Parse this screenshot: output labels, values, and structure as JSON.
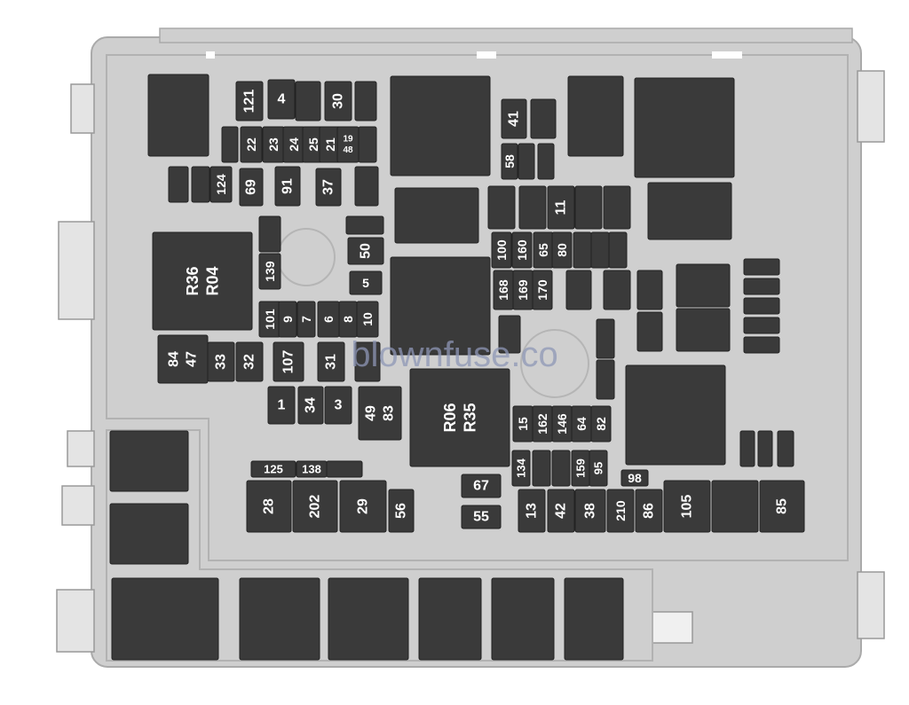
{
  "diagram": {
    "colors": {
      "housing_fill": "#cfcfcf",
      "housing_edge": "#aaaaaa",
      "inner_line": "#b2b2b2",
      "slot": "#b9b9b9",
      "fuse_fill": "#3a3a3a",
      "fuse_edge": "#222222",
      "label_color": "#ffffff",
      "watermark_color": "#8e97b6"
    },
    "watermark": "blownfuse.co",
    "labels": {
      "f121": "121",
      "f4": "4",
      "f30": "30",
      "f22": "22",
      "f23": "23",
      "f24": "24",
      "f25": "25",
      "f21": "21",
      "f19": "19",
      "f48": "48",
      "f124": "124",
      "f69": "69",
      "f91": "91",
      "f37": "37",
      "f41": "41",
      "f58": "58",
      "f11": "11",
      "f100": "100",
      "f160": "160",
      "f65": "65",
      "f80": "80",
      "f139": "139",
      "f50": "50",
      "f5": "5",
      "r36": "R36",
      "r04": "R04",
      "f168": "168",
      "f169": "169",
      "f170": "170",
      "f101": "101",
      "f9": "9",
      "f7": "7",
      "f6": "6",
      "f8": "8",
      "f10": "10",
      "f84": "84",
      "f47": "47",
      "f33": "33",
      "f32": "32",
      "f107": "107",
      "f31": "31",
      "f1": "1",
      "f34": "34",
      "f3": "3",
      "f49": "49",
      "f83": "83",
      "r06": "R06",
      "r35": "R35",
      "f15": "15",
      "f162": "162",
      "f146": "146",
      "f64": "64",
      "f82": "82",
      "f125": "125",
      "f138": "138",
      "f134": "134",
      "f159": "159",
      "f95": "95",
      "f98": "98",
      "f67": "67",
      "f28": "28",
      "f202": "202",
      "f29": "29",
      "f56": "56",
      "f55": "55",
      "f13": "13",
      "f42": "42",
      "f38": "38",
      "f210": "210",
      "f86": "86",
      "f105": "105",
      "f85": "85"
    }
  }
}
